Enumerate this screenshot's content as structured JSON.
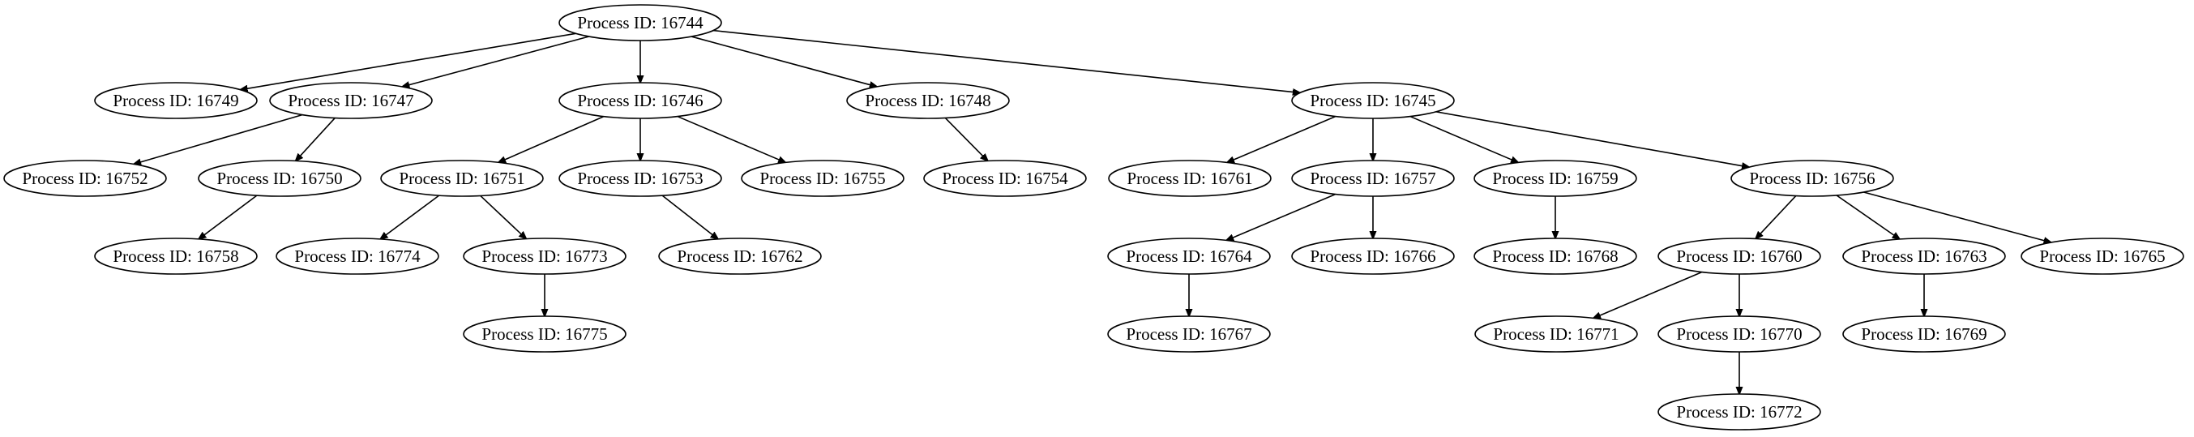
{
  "nodes": [
    {
      "id": "16744",
      "label": "Process ID: 16744"
    },
    {
      "id": "16749",
      "label": "Process ID: 16749"
    },
    {
      "id": "16747",
      "label": "Process ID: 16747"
    },
    {
      "id": "16746",
      "label": "Process ID: 16746"
    },
    {
      "id": "16748",
      "label": "Process ID: 16748"
    },
    {
      "id": "16745",
      "label": "Process ID: 16745"
    },
    {
      "id": "16752",
      "label": "Process ID: 16752"
    },
    {
      "id": "16750",
      "label": "Process ID: 16750"
    },
    {
      "id": "16751",
      "label": "Process ID: 16751"
    },
    {
      "id": "16753",
      "label": "Process ID: 16753"
    },
    {
      "id": "16755",
      "label": "Process ID: 16755"
    },
    {
      "id": "16754",
      "label": "Process ID: 16754"
    },
    {
      "id": "16761",
      "label": "Process ID: 16761"
    },
    {
      "id": "16757",
      "label": "Process ID: 16757"
    },
    {
      "id": "16759",
      "label": "Process ID: 16759"
    },
    {
      "id": "16756",
      "label": "Process ID: 16756"
    },
    {
      "id": "16758",
      "label": "Process ID: 16758"
    },
    {
      "id": "16774",
      "label": "Process ID: 16774"
    },
    {
      "id": "16773",
      "label": "Process ID: 16773"
    },
    {
      "id": "16762",
      "label": "Process ID: 16762"
    },
    {
      "id": "16764",
      "label": "Process ID: 16764"
    },
    {
      "id": "16766",
      "label": "Process ID: 16766"
    },
    {
      "id": "16768",
      "label": "Process ID: 16768"
    },
    {
      "id": "16760",
      "label": "Process ID: 16760"
    },
    {
      "id": "16763",
      "label": "Process ID: 16763"
    },
    {
      "id": "16765",
      "label": "Process ID: 16765"
    },
    {
      "id": "16775",
      "label": "Process ID: 16775"
    },
    {
      "id": "16767",
      "label": "Process ID: 16767"
    },
    {
      "id": "16771",
      "label": "Process ID: 16771"
    },
    {
      "id": "16770",
      "label": "Process ID: 16770"
    },
    {
      "id": "16769",
      "label": "Process ID: 16769"
    },
    {
      "id": "16772",
      "label": "Process ID: 16772"
    }
  ],
  "edges": [
    [
      "16744",
      "16749"
    ],
    [
      "16744",
      "16747"
    ],
    [
      "16744",
      "16746"
    ],
    [
      "16744",
      "16748"
    ],
    [
      "16744",
      "16745"
    ],
    [
      "16747",
      "16752"
    ],
    [
      "16747",
      "16750"
    ],
    [
      "16746",
      "16751"
    ],
    [
      "16746",
      "16753"
    ],
    [
      "16746",
      "16755"
    ],
    [
      "16748",
      "16754"
    ],
    [
      "16745",
      "16761"
    ],
    [
      "16745",
      "16757"
    ],
    [
      "16745",
      "16759"
    ],
    [
      "16745",
      "16756"
    ],
    [
      "16750",
      "16758"
    ],
    [
      "16751",
      "16774"
    ],
    [
      "16751",
      "16773"
    ],
    [
      "16753",
      "16762"
    ],
    [
      "16757",
      "16764"
    ],
    [
      "16757",
      "16766"
    ],
    [
      "16759",
      "16768"
    ],
    [
      "16756",
      "16760"
    ],
    [
      "16756",
      "16763"
    ],
    [
      "16756",
      "16765"
    ],
    [
      "16773",
      "16775"
    ],
    [
      "16764",
      "16767"
    ],
    [
      "16760",
      "16771"
    ],
    [
      "16760",
      "16770"
    ],
    [
      "16763",
      "16769"
    ],
    [
      "16770",
      "16772"
    ]
  ]
}
